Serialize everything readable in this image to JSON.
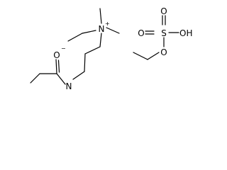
{
  "molecules": [
    {
      "atoms": [
        {
          "id": "o_carbonyl",
          "label": "O",
          "charge": "−"
        },
        {
          "id": "n_amide",
          "label": "N"
        },
        {
          "id": "n_quat",
          "label": "N",
          "charge": "+"
        }
      ]
    },
    {
      "atoms": [
        {
          "id": "s_sulfate",
          "label": "S"
        },
        {
          "id": "o_top",
          "label": "O"
        },
        {
          "id": "o_bottom",
          "label": "O"
        },
        {
          "id": "oh_group",
          "label": "OH"
        },
        {
          "id": "o_ester",
          "label": "O"
        }
      ]
    }
  ]
}
